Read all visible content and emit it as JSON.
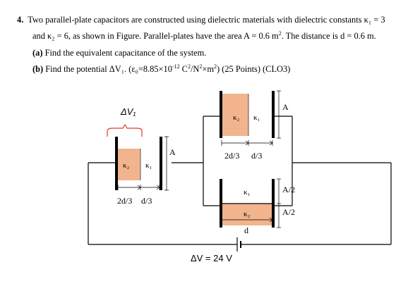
{
  "question": {
    "number": "4.",
    "line1": "Two parallel-plate capacitors are constructed using dielectric materials with dielectric constants κ₁ = 3",
    "line2_a": "and κ₂ = 6, as shown in Figure. Parallel-plates have the area A = 0.6 m",
    "line2_sup": "2",
    "line2_b": ". The distance is d = 0.6 m.",
    "part_a_label": "(a)",
    "part_a_text": "Find the equivalent capacitance of the system.",
    "part_b_label": "(b)",
    "part_b_text_a": "Find the potential ΔV₁. (ε₀=8.85×10",
    "part_b_sup1": "-12",
    "part_b_text_b": " C",
    "part_b_sup2": "2",
    "part_b_text_c": "/N",
    "part_b_sup3": "2",
    "part_b_text_d": "×m",
    "part_b_sup4": "2",
    "part_b_text_e": ") (25 Points) (CLO3)"
  },
  "diagram": {
    "dv1_label": "ΔV₁",
    "left_cap": {
      "kappa2": "κ₂",
      "kappa1": "κ₁",
      "area": "A",
      "dim_left": "2d/3",
      "dim_right": "d/3"
    },
    "top_right_cap": {
      "kappa2": "κ₂",
      "kappa1": "κ₁",
      "area": "A",
      "dim_left": "2d/3",
      "dim_right": "d/3"
    },
    "bottom_right_cap": {
      "kappa1": "κ₁",
      "kappa2": "κ₂",
      "area_top": "A/2",
      "area_bottom": "A/2",
      "dim": "d"
    },
    "source_label": "ΔV = 24 V"
  },
  "colors": {
    "kappa2_fill": "#f2b48d",
    "kappa1_fill": "#ffffff",
    "plate": "#000000",
    "bracket": "#e03a2f"
  }
}
